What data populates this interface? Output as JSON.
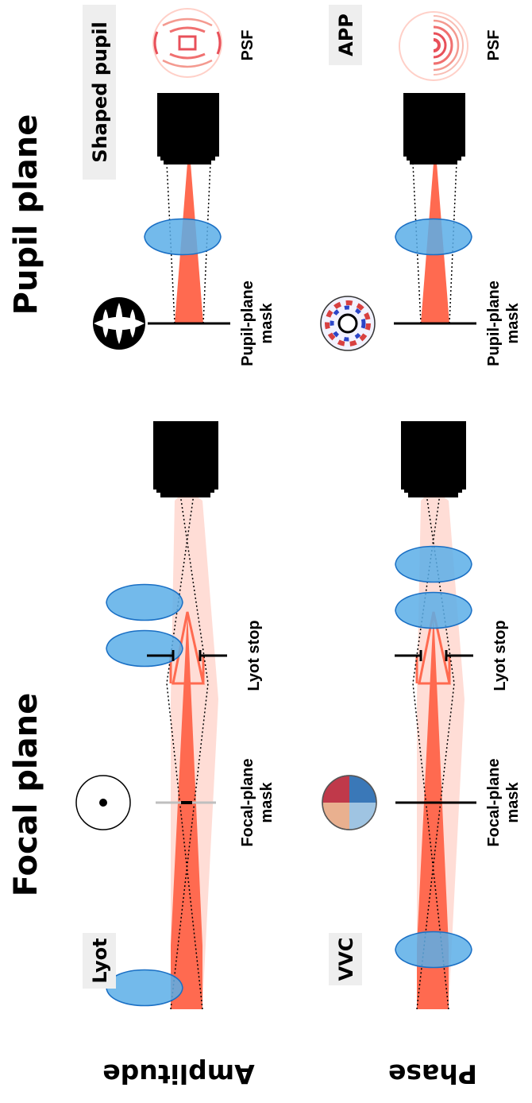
{
  "headings": {
    "focal_plane": "Focal plane",
    "pupil_plane": "Pupil plane"
  },
  "row_labels": {
    "amplitude": "Amplitude",
    "phase": "Phase"
  },
  "coronagraphs": {
    "lyot": "Lyot",
    "vvc": "VVC",
    "shaped_pupil": "Shaped pupil",
    "app": "APP"
  },
  "labels": {
    "focal_plane_mask_line1": "Focal-plane",
    "focal_plane_mask_line2": "mask",
    "lyot_stop": "Lyot stop",
    "pupil_plane_mask_line1": "Pupil-plane",
    "pupil_plane_mask_line2": "mask",
    "psf": "PSF"
  },
  "colors": {
    "beam": "#ff6a50",
    "beam_faint": "#ffd9d2",
    "lens_fill": "#5aaee8",
    "lens_stroke": "#1a6fc4",
    "detector": "#000000",
    "tag_background": "#eeeeee",
    "vortex_red": "#c0394a",
    "vortex_blue": "#3a78b8"
  },
  "icons": {
    "lens": "biconvex-lens-icon",
    "detector": "detector-icon",
    "lyot_mask": "occulting-dot-icon",
    "vvc_mask": "vortex-phase-icon",
    "shaped_pupil_mask": "shaped-pupil-icon",
    "app_mask": "apodizing-phase-plate-icon",
    "psf": "psf-icon"
  }
}
